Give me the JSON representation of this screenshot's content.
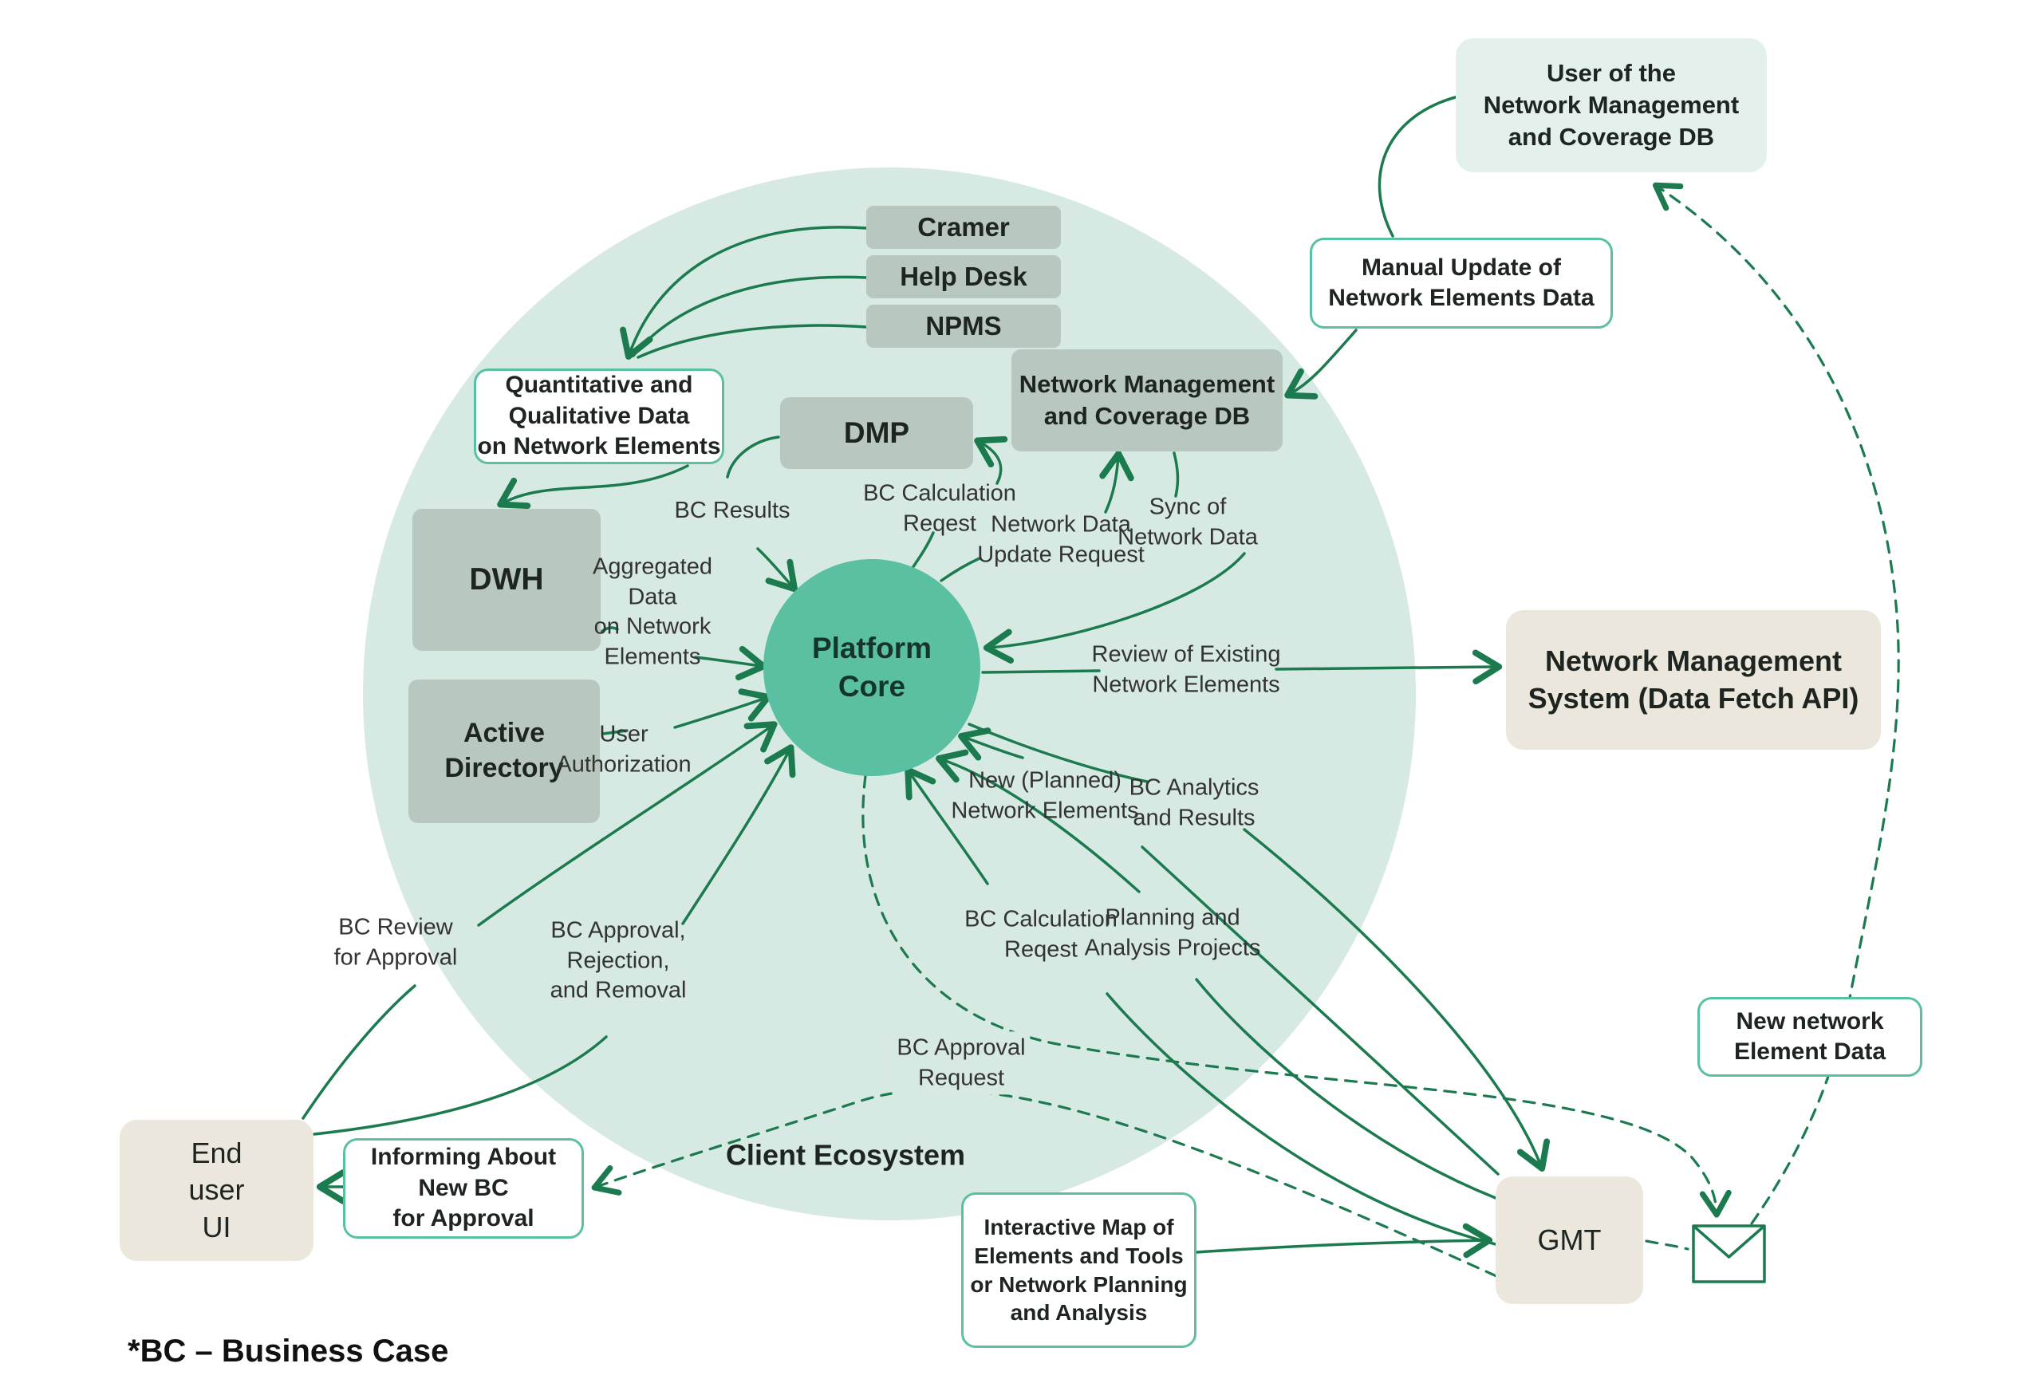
{
  "nodes": {
    "cramer": "Cramer",
    "help_desk": "Help Desk",
    "npms": "NPMS",
    "quant_data": "Quantitative and\nQualitative Data\non Network Elements",
    "dmp": "DMP",
    "nmc_db": "Network Management\nand Coverage DB",
    "user_nmc_db": "User of the\nNetwork Management\nand Coverage DB",
    "manual_update": "Manual Update of\nNetwork Elements Data",
    "dwh": "DWH",
    "active_directory": "Active\nDirectory",
    "nms_api": "Network Management\nSystem (Data Fetch API)",
    "platform_core": "Platform\nCore",
    "end_user_ui": "End\nuser\nUI",
    "informing": "Informing About\nNew BC\nfor Approval",
    "interactive_map": "Interactive Map of\nElements and Tools\nor Network Planning\nand Analysis",
    "gmt": "GMT",
    "new_network_element_data": "New network\nElement Data"
  },
  "edge_labels": {
    "bc_results": "BC Results",
    "bc_calculation_request_top": "BC Calculation\nReqest",
    "network_data_update_request": "Network Data\nUpdate Request",
    "sync_of_network_data": "Sync of\nNetwork Data",
    "review_of_existing": "Review of Existing\nNetwork Elements",
    "aggregated_data": "Aggregated\nData\non Network\nElements",
    "user_authorization": "User\nAuthorization",
    "new_planned_elements": "New (Planned)\nNetwork Elements",
    "bc_analytics_and_results": "BC Analytics\nand Results",
    "bc_calculation_request_bottom": "BC Calculation\nReqest",
    "planning_and_analysis": "Planning and\nAnalysis Projects",
    "bc_review_for_approval": "BC Review\nfor Approval",
    "bc_approval_rejection_removal": "BC Approval,\nRejection,\nand Removal",
    "bc_approval_request": "BC Approval\nRequest"
  },
  "annotations": {
    "region_label": "Client Ecosystem",
    "footnote": "*BC – Business Case"
  },
  "icons": {
    "envelope": "envelope-icon"
  },
  "colors": {
    "arrow_green": "#1b7a4e",
    "teal_border": "#5ac0a4",
    "ecosystem_fill": "#d7e9e3",
    "core_fill": "#5bc0a2",
    "gray_box": "#b8c8c1",
    "beige_box": "#ebe7dc",
    "light_box": "#e4f0ec"
  }
}
